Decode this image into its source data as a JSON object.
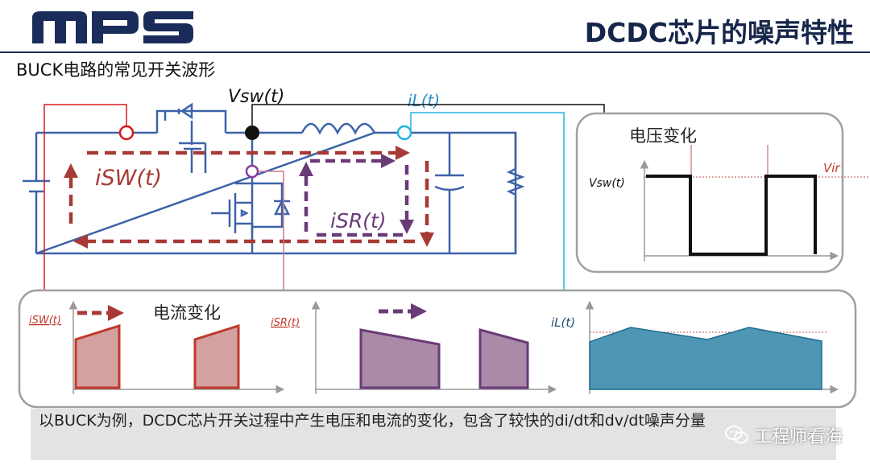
{
  "header": {
    "logo_text": "mps",
    "title": "DCDC芯片的噪声特性",
    "subtitle": "BUCK电路的常见开关波形"
  },
  "circuit": {
    "vsw_label": "Vsw(t)",
    "il_label": "iL(t)",
    "isw_label": "iSW(t)",
    "isr_label": "iSR(t)"
  },
  "voltage_panel": {
    "title": "电压变化",
    "y_label": "Vsw(t)",
    "level_label": "Vir"
  },
  "current_panel": {
    "title": "电流变化",
    "isw_label": "iSW(t)",
    "isr_label": "iSR(t)",
    "il_label": "iL(t)"
  },
  "colors": {
    "wire": "#3d63a8",
    "isw": "#a83a36",
    "isr": "#6b3a78",
    "il": "#4e96b4",
    "node": "#111111",
    "panel_border": "#a0a0a0"
  },
  "caption": {
    "text": "以BUCK为例，DCDC芯片开关过程中产生电压和电流的变化，包含了较快的di/dt和dv/dt噪声分量"
  },
  "watermark": {
    "icon": "wechat-icon",
    "text": "工程师看海"
  }
}
